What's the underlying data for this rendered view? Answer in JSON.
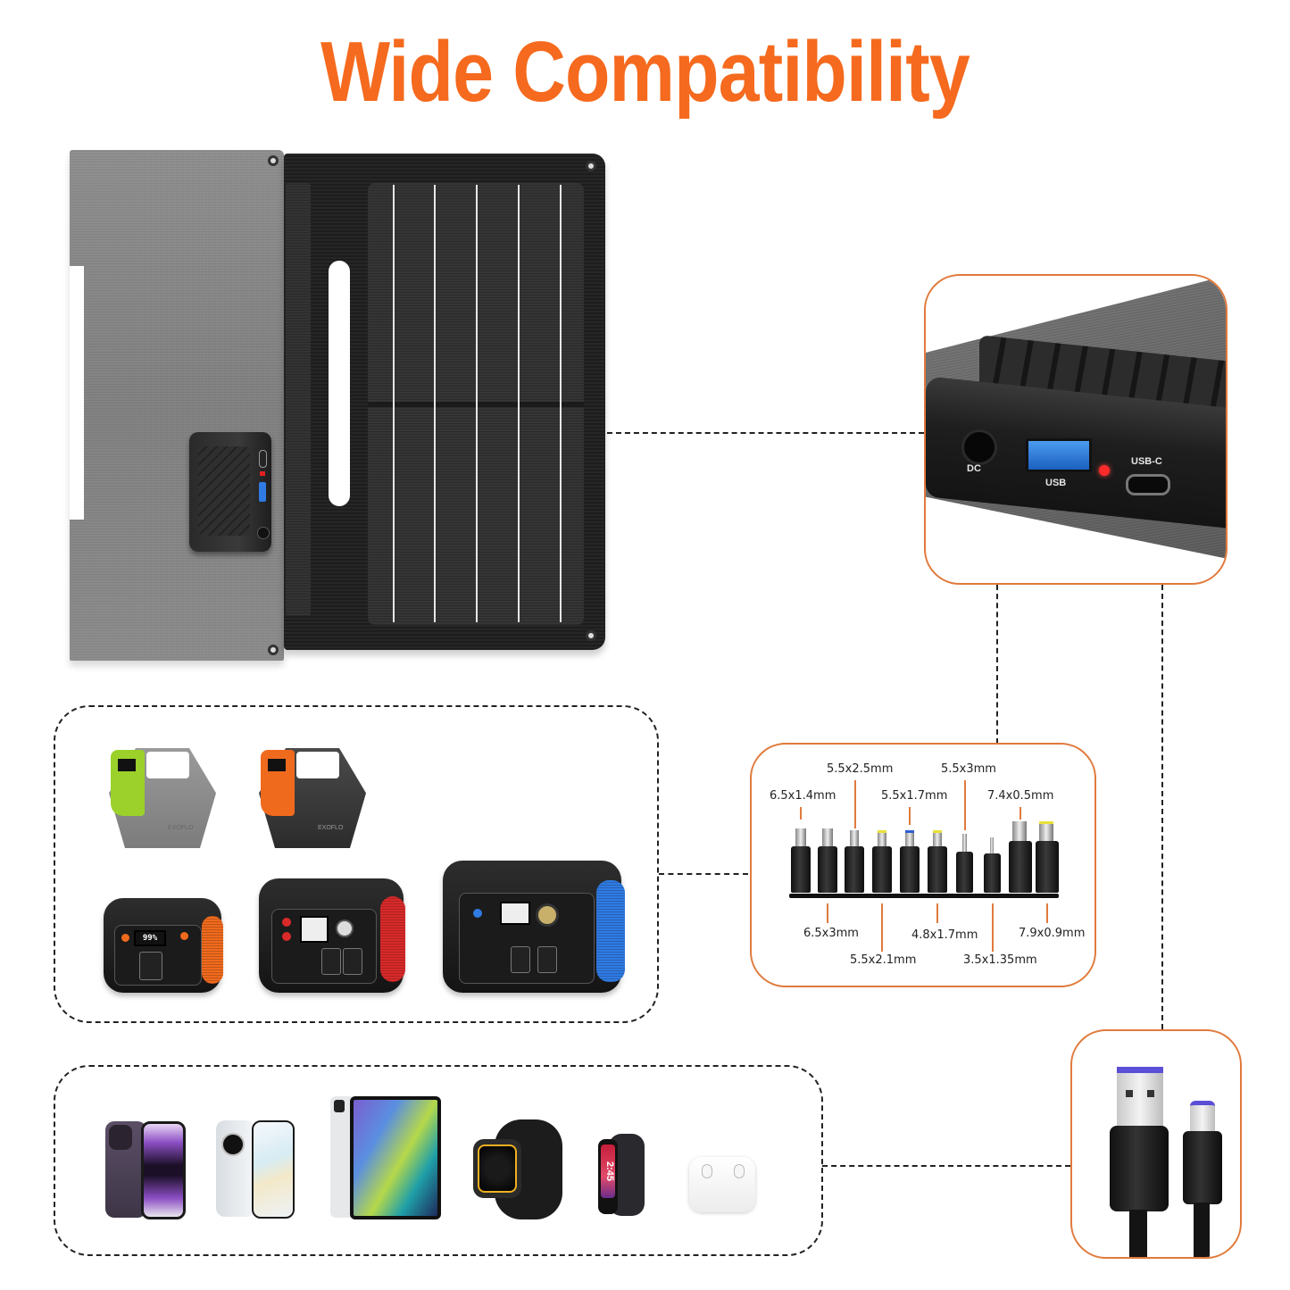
{
  "title": "Wide Compatibility",
  "colors": {
    "title_orange": "#F56A1E",
    "frame_orange": "#E07A3C",
    "dash_line": "#222222",
    "usb_blue": "#2F7BE3",
    "led_red": "#FF2A2A"
  },
  "solar_panel": {
    "description": "foldable solar panel with controller box",
    "controller": {
      "ports": [
        "USB-C",
        "USB",
        "DC"
      ]
    }
  },
  "port_closeup": {
    "ports": [
      {
        "label": "DC",
        "icon": "dc-port-icon"
      },
      {
        "label": "USB",
        "icon": "usb-a-port-icon"
      },
      {
        "label": "USB-C",
        "icon": "usb-c-port-icon"
      }
    ],
    "indicator": "red-led"
  },
  "power_stations": {
    "items": [
      {
        "name": "hex-station-green",
        "accent": "#9BD12A",
        "brand": "EXOFLO"
      },
      {
        "name": "hex-station-orange",
        "accent": "#F06A1E",
        "brand": "EXOFLO"
      },
      {
        "name": "cube-station-small-orange",
        "accent": "#F06A1E",
        "screen": "99%"
      },
      {
        "name": "cube-station-medium-red",
        "accent": "#D92A2A"
      },
      {
        "name": "cube-station-large-blue",
        "accent": "#2F7BE3"
      }
    ]
  },
  "dc_tips": {
    "top_labels": [
      {
        "text": "6.5x1.4mm",
        "plug_index": 0
      },
      {
        "text": "5.5x2.5mm",
        "plug_index": 2
      },
      {
        "text": "5.5x1.7mm",
        "plug_index": 4
      },
      {
        "text": "5.5x3mm",
        "plug_index": 6
      },
      {
        "text": "7.4x0.5mm",
        "plug_index": 8
      }
    ],
    "bottom_labels": [
      {
        "text": "6.5x3mm",
        "plug_index": 1
      },
      {
        "text": "5.5x2.1mm",
        "plug_index": 3
      },
      {
        "text": "4.8x1.7mm",
        "plug_index": 5
      },
      {
        "text": "3.5x1.35mm",
        "plug_index": 7
      },
      {
        "text": "7.9x0.9mm",
        "plug_index": 9
      }
    ]
  },
  "devices": {
    "items": [
      {
        "name": "iphone",
        "icon": "smartphone-icon"
      },
      {
        "name": "huawei-phone",
        "icon": "smartphone-icon"
      },
      {
        "name": "ipad",
        "icon": "tablet-icon"
      },
      {
        "name": "smartwatch",
        "icon": "smartwatch-icon",
        "watch_face": ""
      },
      {
        "name": "fitness-band",
        "icon": "fitness-band-icon",
        "time": "2:45"
      },
      {
        "name": "airpods",
        "icon": "earbuds-icon"
      }
    ]
  },
  "cable": {
    "name": "USB-A to USB-C cable",
    "ends": [
      "USB-A",
      "USB-C"
    ]
  }
}
